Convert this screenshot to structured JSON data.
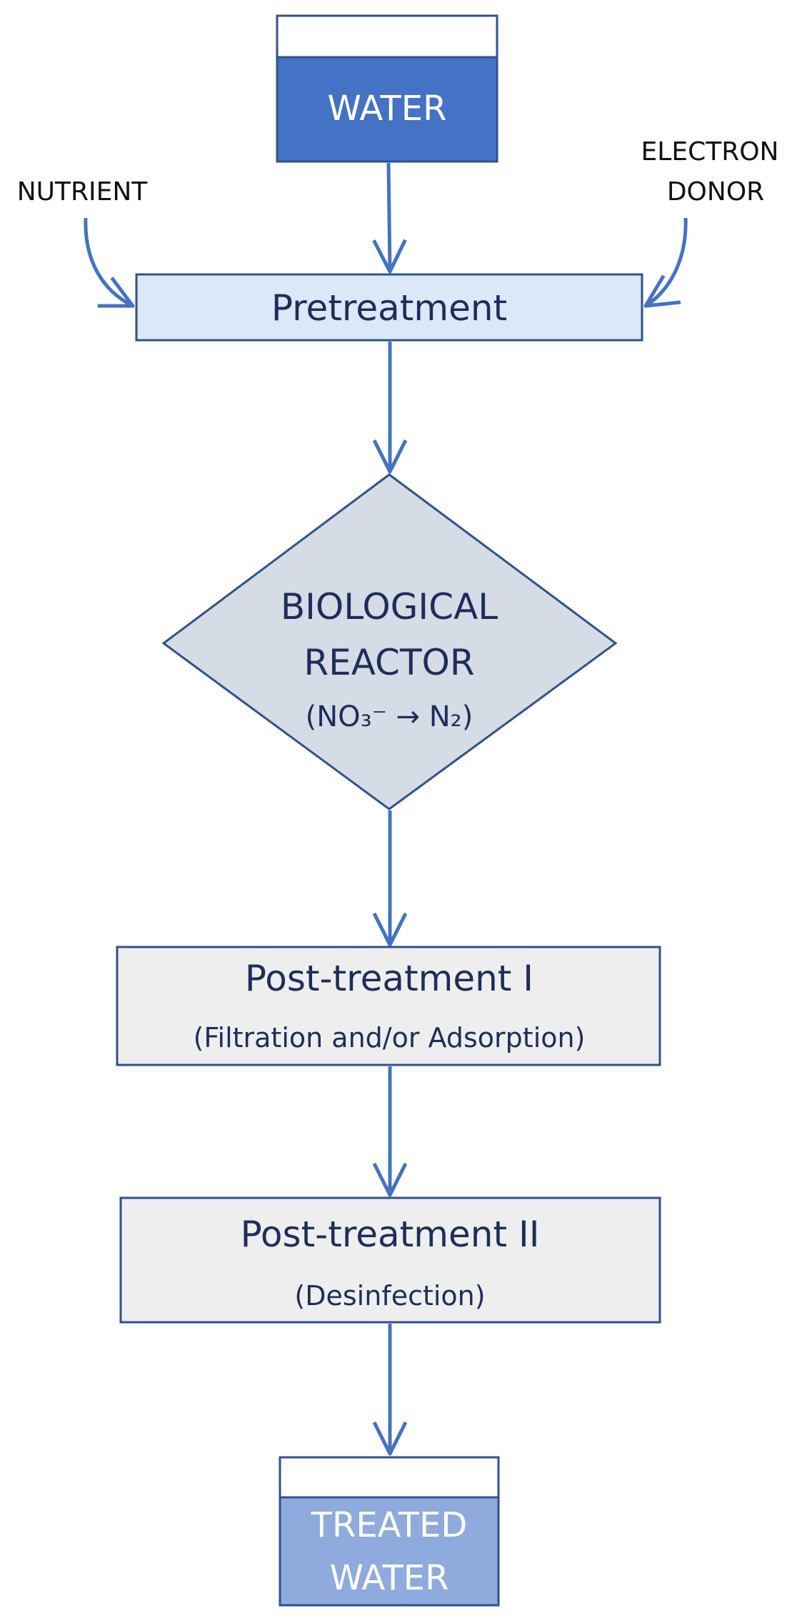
{
  "colors": {
    "water_tank": "#4472c4",
    "treated_tank": "#8faadc",
    "pretreatment_fill": "#dae8f7",
    "reactor_fill": "#d6dce5",
    "post_fill": "#eeeeee",
    "stroke": "#2f528f",
    "arrow": "#4472c4",
    "title_text": "#1f2d5c",
    "side_text": "#111111"
  },
  "nodes": {
    "water": {
      "label": "WATER"
    },
    "nutrient": {
      "label": "NUTRIENT"
    },
    "electron_donor": {
      "line1": "ELECTRON",
      "line2": "DONOR"
    },
    "pretreatment": {
      "label": "Pretreatment"
    },
    "reactor": {
      "line1": "BIOLOGICAL",
      "line2": "REACTOR",
      "formula": "(NO₃⁻ → N₂)"
    },
    "post1": {
      "title": "Post-treatment I",
      "subtitle": "(Filtration and/or Adsorption)"
    },
    "post2": {
      "title": "Post-treatment II",
      "subtitle": "(Desinfection)"
    },
    "treated": {
      "line1": "TREATED",
      "line2": "WATER"
    }
  }
}
